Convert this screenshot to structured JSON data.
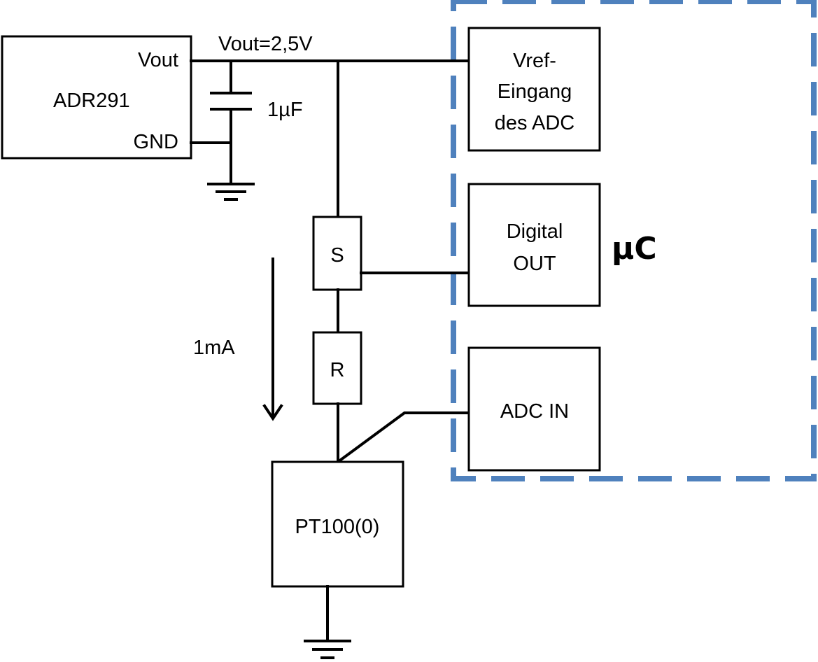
{
  "colors": {
    "mcu_boundary": "#4F81BD",
    "lines": "#000000"
  },
  "components": {
    "reference": {
      "name": "ADR291",
      "pin_out": "Vout",
      "pin_gnd": "GND"
    },
    "capacitor": {
      "value": "1µF"
    },
    "switch": {
      "label": "S"
    },
    "resistor": {
      "label": "R"
    },
    "sensor": {
      "label": "PT100(0)"
    }
  },
  "nets": {
    "vout": "Vout=2,5V"
  },
  "current": {
    "label": "1mA"
  },
  "microcontroller": {
    "label": "µC",
    "blocks": {
      "vref": {
        "line1": "Vref-",
        "line2": "Eingang",
        "line3": "des ADC"
      },
      "digital_out": {
        "line1": "Digital",
        "line2": "OUT"
      },
      "adc_in": {
        "line1": "ADC IN"
      }
    }
  }
}
